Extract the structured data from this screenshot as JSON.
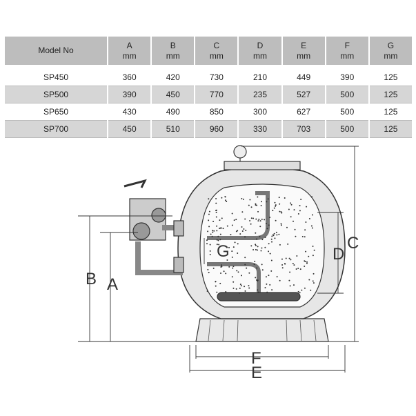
{
  "table": {
    "headers": [
      {
        "name": "Model No",
        "unit": ""
      },
      {
        "name": "A",
        "unit": "mm"
      },
      {
        "name": "B",
        "unit": "mm"
      },
      {
        "name": "C",
        "unit": "mm"
      },
      {
        "name": "D",
        "unit": "mm"
      },
      {
        "name": "E",
        "unit": "mm"
      },
      {
        "name": "F",
        "unit": "mm"
      },
      {
        "name": "G",
        "unit": "mm"
      }
    ],
    "rows": [
      [
        "SP450",
        "360",
        "420",
        "730",
        "210",
        "449",
        "390",
        "125"
      ],
      [
        "SP500",
        "390",
        "450",
        "770",
        "235",
        "527",
        "500",
        "125"
      ],
      [
        "SP650",
        "430",
        "490",
        "850",
        "300",
        "627",
        "500",
        "125"
      ],
      [
        "SP700",
        "450",
        "510",
        "960",
        "330",
        "703",
        "500",
        "125"
      ]
    ]
  },
  "diagram": {
    "labels": {
      "A": "A",
      "B": "B",
      "C": "C",
      "D": "D",
      "E": "E",
      "F": "F",
      "G": "G"
    }
  }
}
